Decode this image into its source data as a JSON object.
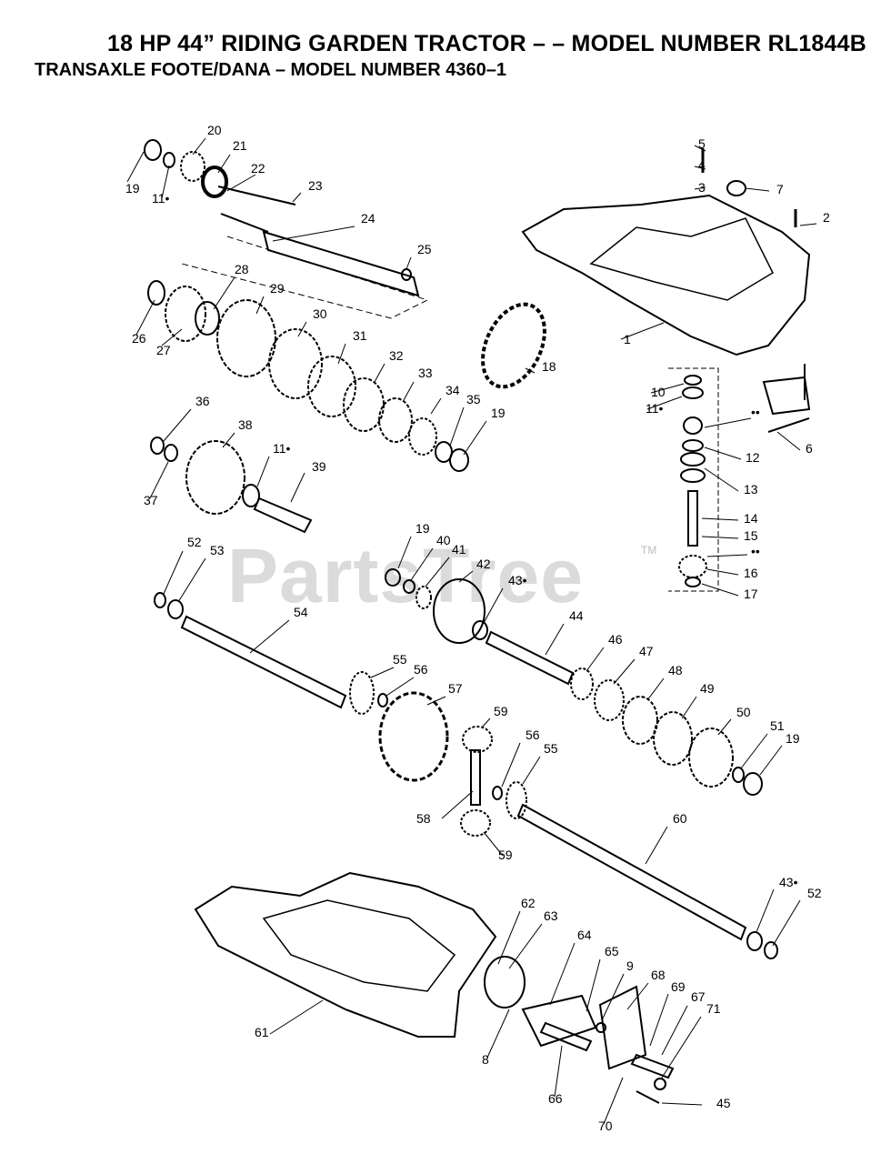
{
  "header": {
    "title": "18 HP 44” RIDING GARDEN TRACTOR – – MODEL NUMBER RL1844B",
    "subtitle": "TRANSAXLE FOOTE/DANA – MODEL NUMBER 4360–1"
  },
  "watermark": {
    "text": "PartsTree",
    "tm": "TM"
  },
  "callouts": [
    "19",
    "20",
    "21",
    "11•",
    "22",
    "23",
    "24",
    "25",
    "26",
    "27",
    "28",
    "29",
    "30",
    "31",
    "32",
    "33",
    "34",
    "35",
    "19",
    "36",
    "37",
    "38",
    "11•",
    "39",
    "18",
    "5",
    "4",
    "3",
    "7",
    "2",
    "1",
    "10",
    "11•",
    "••",
    "12",
    "13",
    "14",
    "15",
    "••",
    "16",
    "17",
    "6",
    "52",
    "53",
    "54",
    "19",
    "40",
    "41",
    "42",
    "43•",
    "44",
    "46",
    "47",
    "48",
    "49",
    "50",
    "51",
    "19",
    "55",
    "56",
    "57",
    "59",
    "56",
    "55",
    "58",
    "59",
    "60",
    "43•",
    "52",
    "61",
    "62",
    "63",
    "64",
    "65",
    "9",
    "68",
    "69",
    "67",
    "71",
    "8",
    "66",
    "70",
    "45"
  ],
  "colors": {
    "ink": "#000000",
    "watermark": "#cfcfcf",
    "background": "#ffffff"
  }
}
